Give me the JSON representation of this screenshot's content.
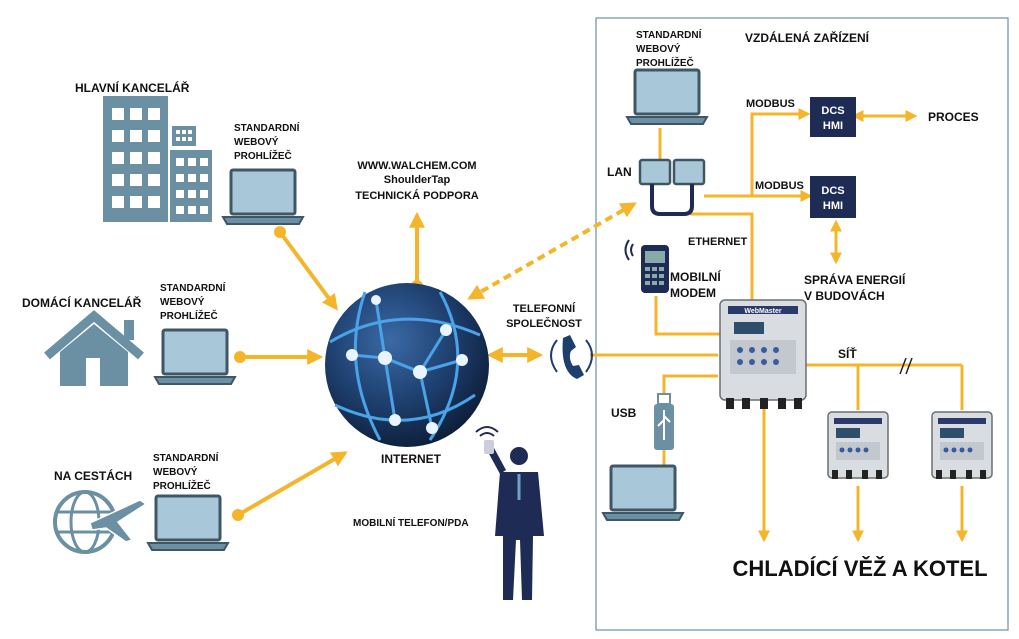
{
  "colors": {
    "connector": "#F5B52A",
    "icon_blue": "#6B8FA3",
    "screen": "#A8C8DA",
    "globe": "#1E3F6E",
    "dcs": "#1E2B55"
  },
  "labels": {
    "main_office": "HLAVNÍ KANCELÁŘ",
    "browser_1": "STANDARDNÍ",
    "browser_2": "WEBOVÝ",
    "browser_3": "PROHLÍŽEČ",
    "home_office": "DOMÁCÍ KANCELÁŘ",
    "on_the_road": "NA CESTÁCH",
    "walchem_1": "WWW.WALCHEM.COM",
    "walchem_2": "ShoulderTap",
    "walchem_3": "TECHNICKÁ PODPORA",
    "internet": "INTERNET",
    "mobile_phone": "MOBILNÍ TELEFON/PDA",
    "phone_co_1": "TELEFONNÍ",
    "phone_co_2": "SPOLEČNOST",
    "remote_devices": "VZDÁLENÁ ZAŘÍZENÍ",
    "lan": "LAN",
    "modbus": "MODBUS",
    "dcs": "DCS",
    "hmi": "HMI",
    "process": "PROCES",
    "ethernet": "ETHERNET",
    "mobile_modem_1": "MOBILNÍ",
    "mobile_modem_2": "MODEM",
    "energy_1": "SPRÁVA ENERGIÍ",
    "energy_2": "V BUDOVÁCH",
    "network": "SÍŤ",
    "usb": "USB",
    "cooling": "CHLADÍCÍ VĚŽ A KOTEL",
    "controller_brand": "WebMaster"
  }
}
